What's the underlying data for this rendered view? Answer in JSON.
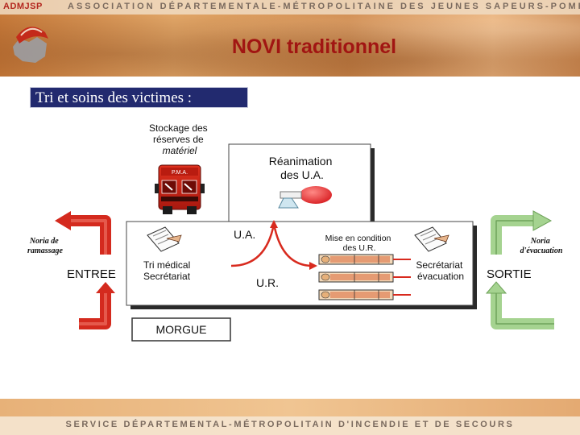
{
  "header": {
    "logo_text": "ADMJSP",
    "org_name": "ASSOCIATION DÉPARTEMENTALE-MÉTROPOLITAINE DES JEUNES SAPEURS-POMPIERS",
    "title": "NOVI traditionnel"
  },
  "subtitle": "Tri et soins des victimes :",
  "diagram": {
    "storage_label": [
      "Stockage des",
      "réserves de",
      "matériel"
    ],
    "truck_label": "P.M.A.",
    "reanimation_label": [
      "Réanimation",
      "des U.A."
    ],
    "ua_label": "U.A.",
    "ur_label": "U.R.",
    "mise_label": [
      "Mise en condition",
      "des U.R."
    ],
    "triage_label": [
      "Tri médical",
      "Secrétariat"
    ],
    "evac_label": [
      "Secrétariat",
      "évacuation"
    ],
    "entree_label": "ENTREE",
    "sortie_label": "SORTIE",
    "morgue_label": "MORGUE",
    "noria_ramassage": [
      "Noria de",
      "ramassage"
    ],
    "noria_evacuation": [
      "Noria",
      "d'évacuation"
    ]
  },
  "footer": {
    "text": "SERVICE DÉPARTEMENTAL-MÉTROPOLITAIN D'INCENDIE ET DE SECOURS"
  },
  "colors": {
    "title_red": "#a11512",
    "subtitle_bg": "#222a6f",
    "arrow_red": "#d42a1e",
    "arrow_green": "#9fcf8c",
    "ur_arrow_red": "#d82a1e"
  }
}
